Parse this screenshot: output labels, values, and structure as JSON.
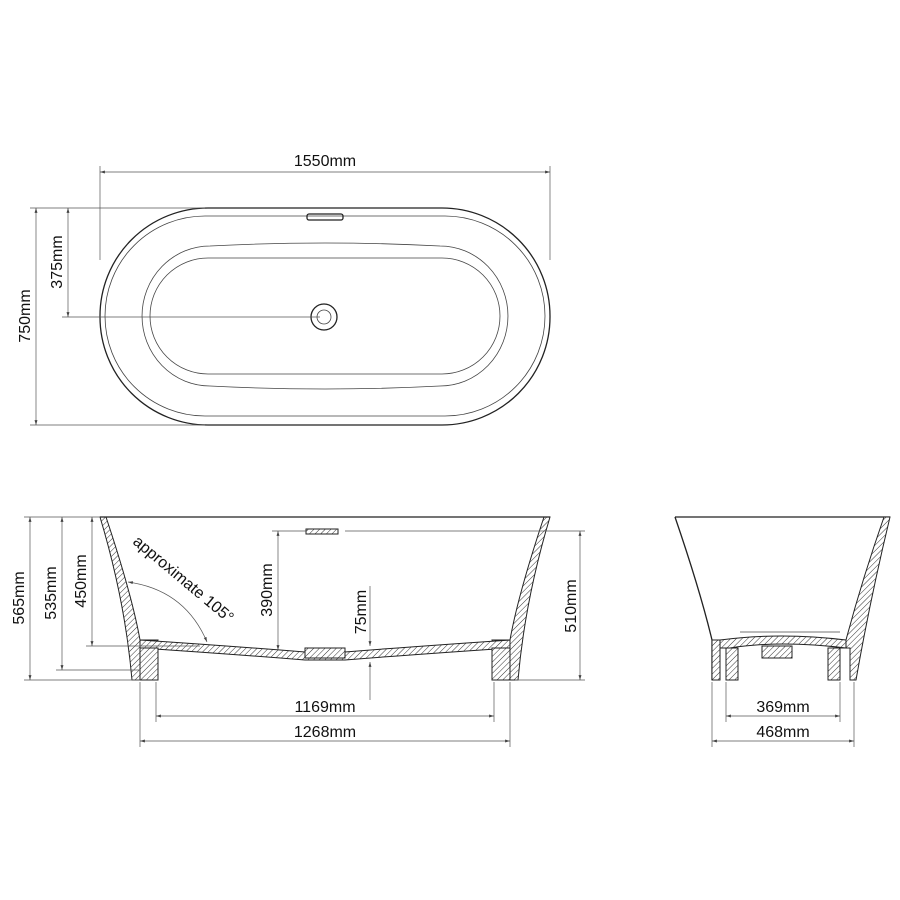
{
  "top_view": {
    "length": "1550mm",
    "width": "750mm",
    "drain_offset": "375mm"
  },
  "side_view": {
    "total_height": "565mm",
    "rim_height": "535mm",
    "inner_depth": "450mm",
    "water_depth": "390mm",
    "base_height": "75mm",
    "overflow_height": "510mm",
    "wall_angle": "approximate 105°",
    "base_inner_length": "1169mm",
    "base_outer_length": "1268mm"
  },
  "end_view": {
    "base_inner_width": "369mm",
    "base_outer_width": "468mm"
  }
}
